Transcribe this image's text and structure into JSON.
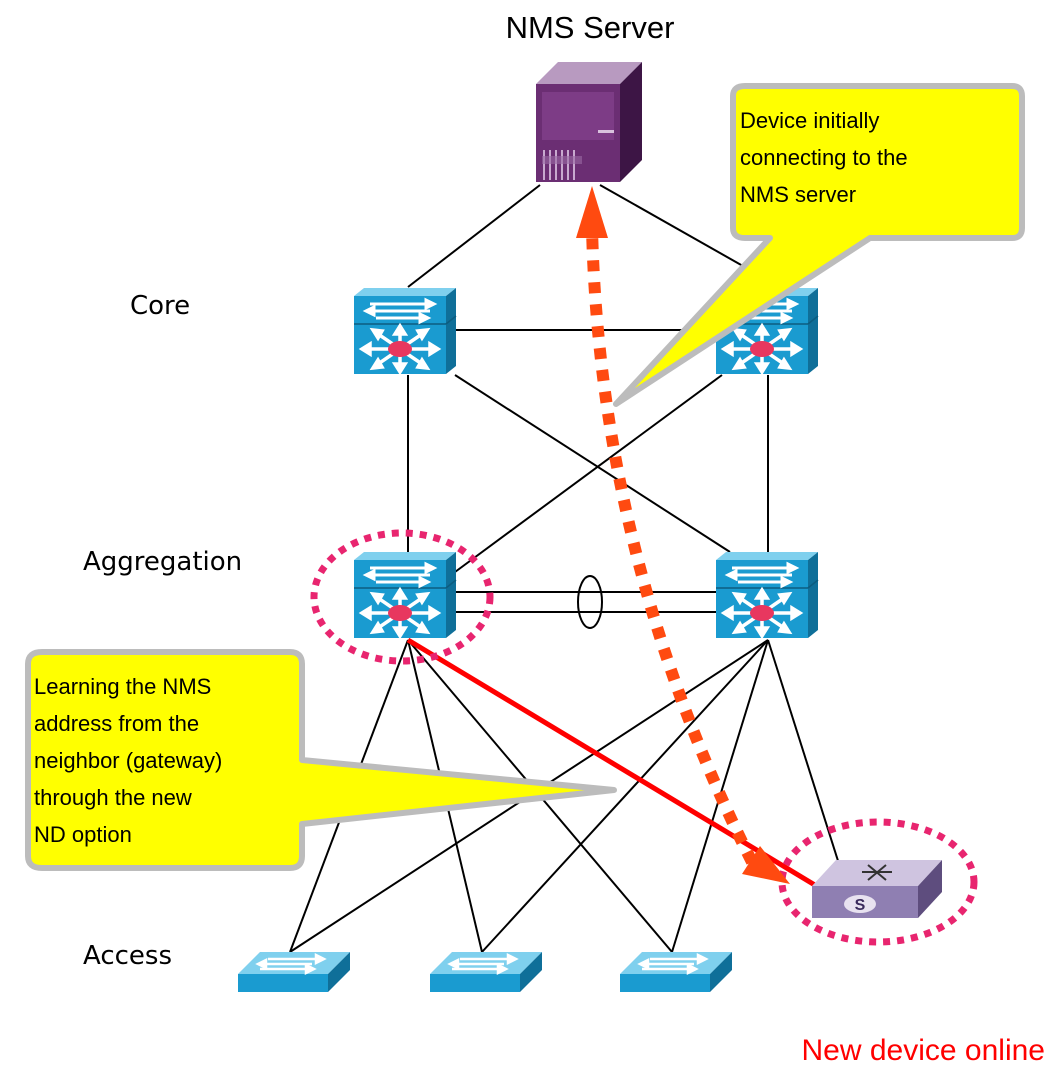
{
  "title": "NMS Server",
  "tiers": {
    "core": "Core",
    "aggregation": "Aggregation",
    "access": "Access"
  },
  "callouts": {
    "initial_connect": {
      "lines": [
        "Device initially",
        "connecting to the",
        "NMS server"
      ]
    },
    "learning": {
      "lines": [
        "Learning the NMS",
        "address from the",
        "neighbor (gateway)",
        "through the new",
        "ND option"
      ]
    }
  },
  "new_device": {
    "label": "New device online",
    "badge": "S"
  },
  "colors": {
    "switch_blue": "#1a9bd0",
    "server_purple": "#6b2e73",
    "callout_yellow": "#ffff00",
    "highlight_pink": "#e8256f",
    "path_red": "#ff0000",
    "arrow_orange": "#ff4a10",
    "new_device_label": "#ff0000"
  },
  "icons": {
    "server": "server-icon",
    "l3_switch": "layer3-switch-icon",
    "l2_switch": "layer2-switch-icon",
    "new_switch": "new-switch-icon"
  }
}
